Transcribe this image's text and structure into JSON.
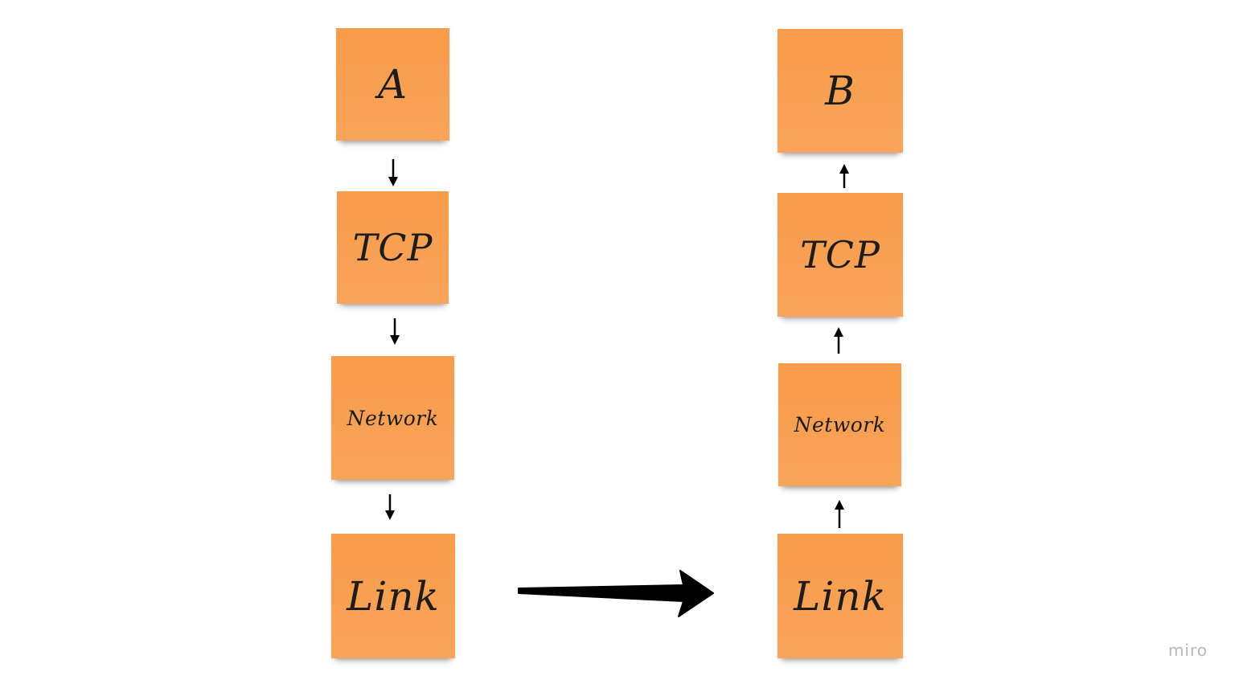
{
  "left_stack": {
    "host": "A",
    "transport": "TCP",
    "network": "Network",
    "link": "Link"
  },
  "right_stack": {
    "host": "B",
    "transport": "TCP",
    "network": "Network",
    "link": "Link"
  },
  "watermark": "miro",
  "colors": {
    "note": "#f89c49",
    "arrow": "#000000"
  }
}
